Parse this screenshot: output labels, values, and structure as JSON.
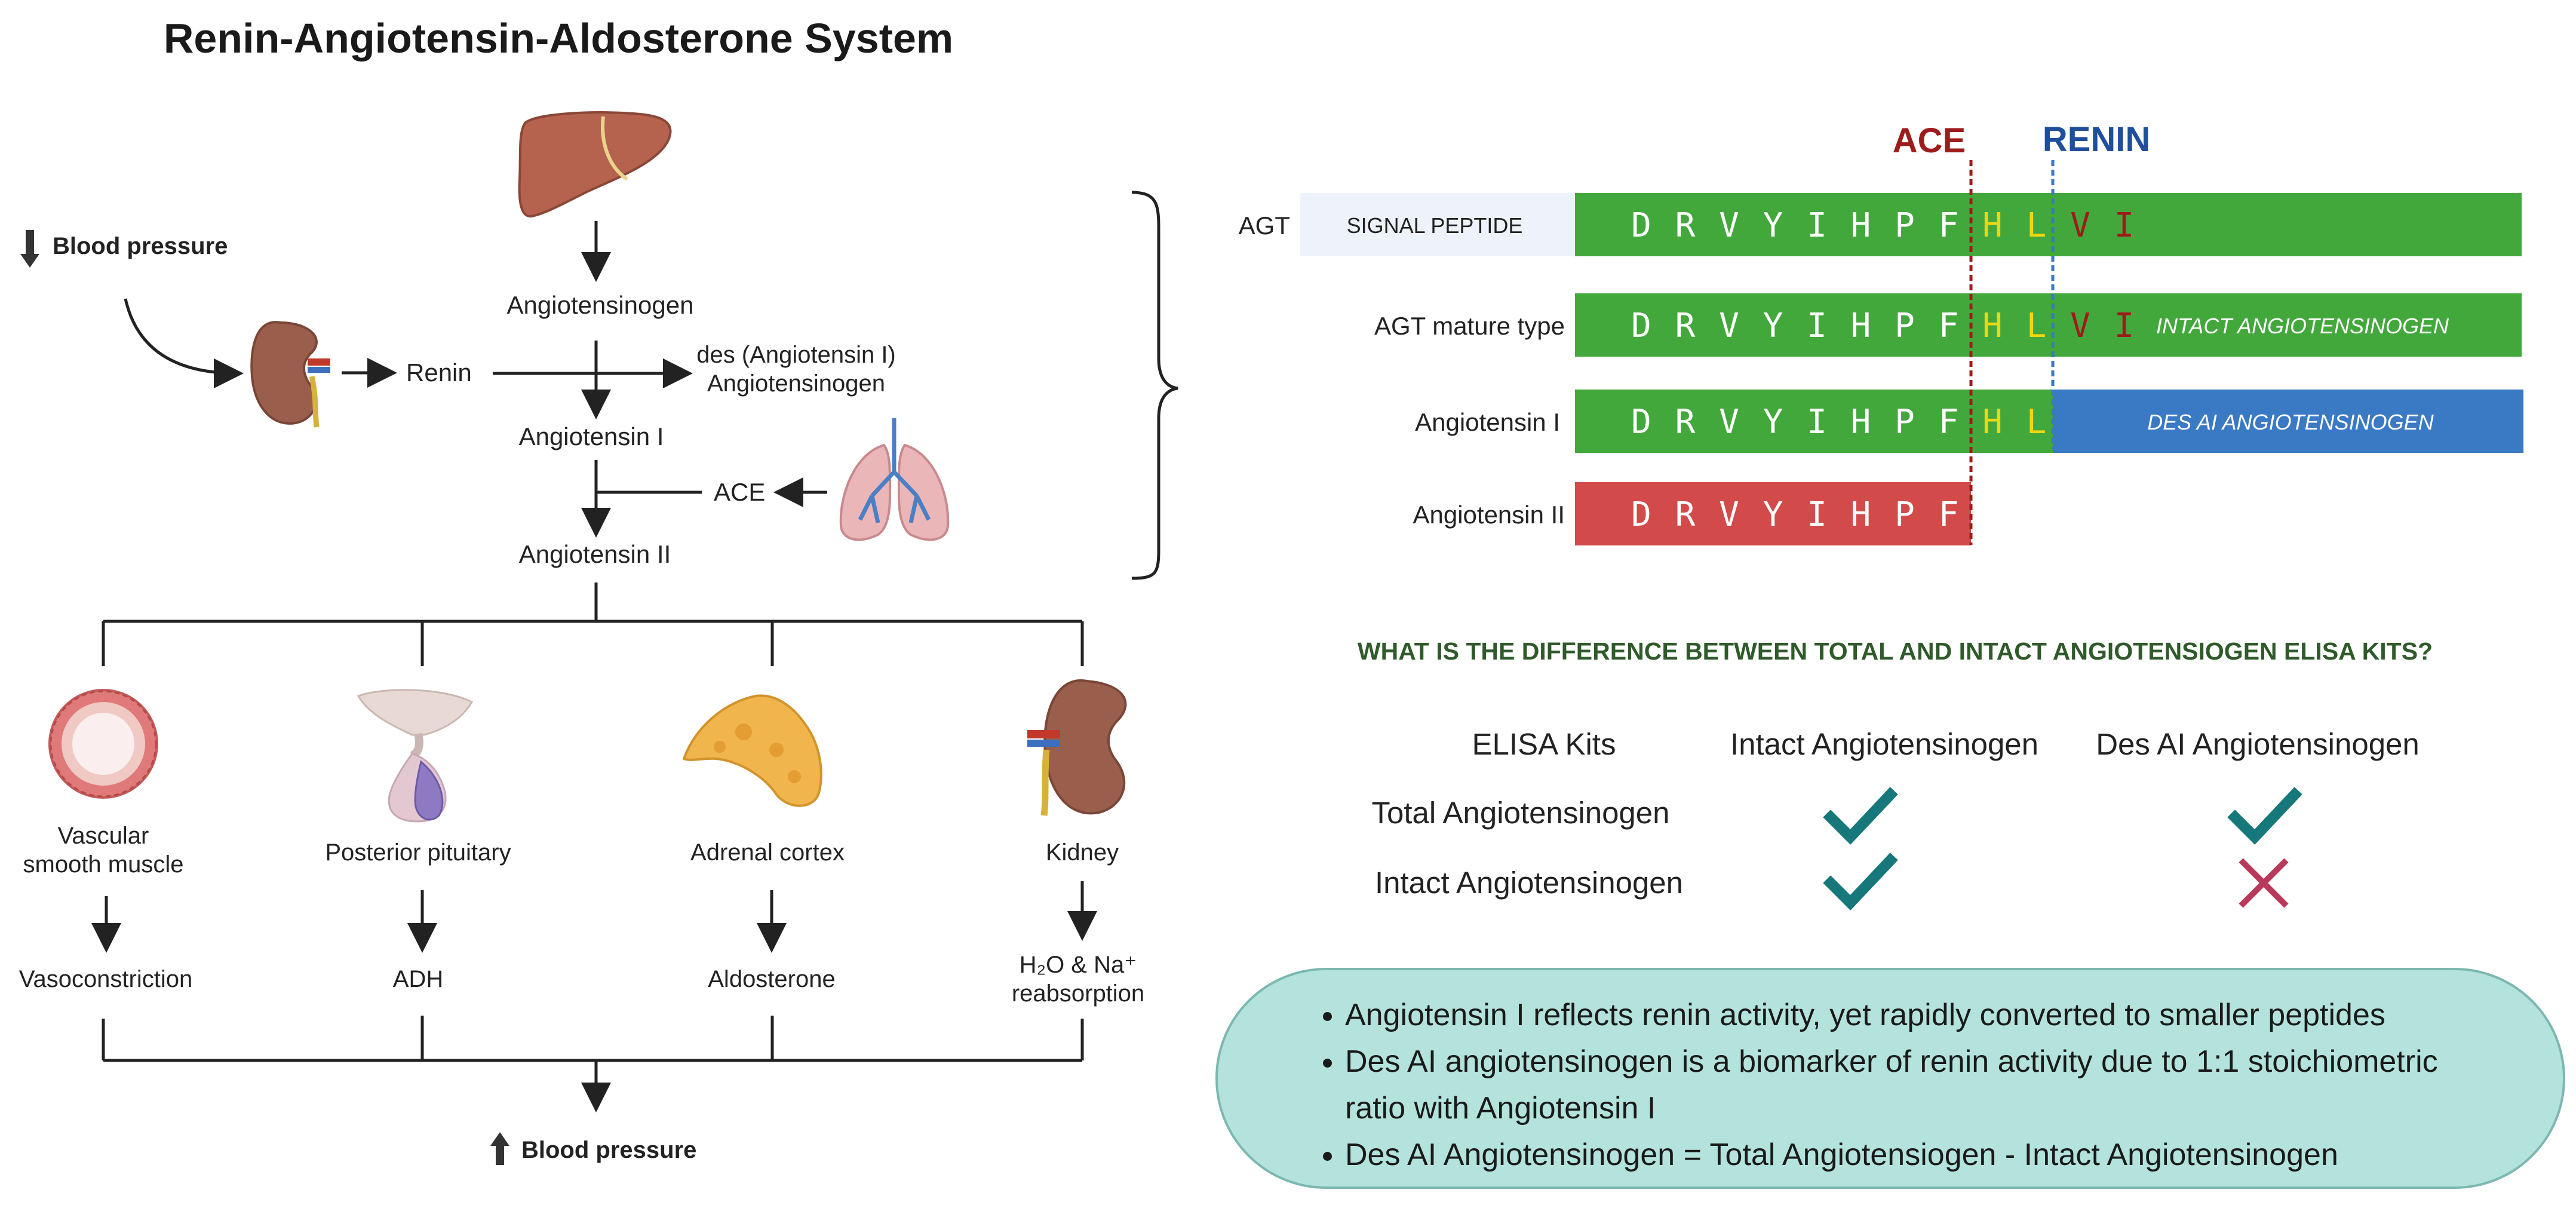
{
  "title": "Renin-Angiotensin-Aldosterone System",
  "pathway": {
    "blood_pressure_down": "Blood pressure",
    "angiotensinogen": "Angiotensinogen",
    "renin": "Renin",
    "des_ai_line1": "des (Angiotensin I)",
    "des_ai_line2": "Angiotensinogen",
    "angiotensin_i": "Angiotensin I",
    "ace": "ACE",
    "angiotensin_ii": "Angiotensin II",
    "targets": [
      {
        "name_lines": [
          "Vascular",
          "smooth muscle"
        ],
        "effect_lines": [
          "Vasoconstriction"
        ]
      },
      {
        "name_lines": [
          "Posterior pituitary"
        ],
        "effect_lines": [
          "ADH"
        ]
      },
      {
        "name_lines": [
          "Adrenal cortex"
        ],
        "effect_lines": [
          "Aldosterone"
        ]
      },
      {
        "name_lines": [
          "Kidney"
        ],
        "effect_lines": [
          "H₂O & Na⁺",
          "reabsorption"
        ]
      }
    ],
    "blood_pressure_up": "Blood pressure"
  },
  "sequence": {
    "ace_label": "ACE",
    "renin_label": "RENIN",
    "signal_peptide": "SIGNAL PEPTIDE",
    "rows": [
      {
        "label": "AGT",
        "residues": [
          "D",
          "R",
          "V",
          "Y",
          "I",
          "H",
          "P",
          "F",
          "H",
          "L",
          "V",
          "I"
        ],
        "tail": ""
      },
      {
        "label": "AGT mature type",
        "residues": [
          "D",
          "R",
          "V",
          "Y",
          "I",
          "H",
          "P",
          "F",
          "H",
          "L",
          "V",
          "I"
        ],
        "tail": "INTACT  ANGIOTENSINOGEN"
      },
      {
        "label": "Angiotensin I",
        "residues": [
          "D",
          "R",
          "V",
          "Y",
          "I",
          "H",
          "P",
          "F",
          "H",
          "L"
        ],
        "tail": "DES AI ANGIOTENSINOGEN"
      },
      {
        "label": "Angiotensin II",
        "residues": [
          "D",
          "R",
          "V",
          "Y",
          "I",
          "H",
          "P",
          "F"
        ],
        "tail": ""
      }
    ]
  },
  "kits": {
    "question": "WHAT IS THE DIFFERENCE BETWEEN TOTAL AND INTACT ANGIOTENSIOGEN ELISA KITS?",
    "header": [
      "ELISA Kits",
      "Intact Angiotensinogen",
      "Des AI Angiotensinogen"
    ],
    "rows": [
      {
        "name": "Total Angiotensinogen",
        "intact": true,
        "des_ai": true
      },
      {
        "name": "Intact Angiotensinogen",
        "intact": true,
        "des_ai": false
      }
    ]
  },
  "notes": [
    "Angiotensin I reflects renin activity, yet rapidly converted to smaller peptides",
    "Des AI angiotensinogen is a biomarker of renin activity due to 1:1 stoichiometric ratio with Angiotensin I",
    "Des AI Angiotensinogen = Total Angiotensiogen - Intact Angiotensinogen"
  ],
  "colors": {
    "green": "#43a83c",
    "blue": "#3a79c3",
    "red": "#d24a4a",
    "ace": "#9e1b1b",
    "renin": "#1f4f9c",
    "question": "#2f5a2a",
    "check": "#16787a",
    "cross": "#b83a5a",
    "residue_yellow": "#f1d60e",
    "residue_red": "#9e1b1b"
  },
  "icons": [
    "liver-icon",
    "kidney-icon",
    "lungs-icon",
    "blood-vessel-icon",
    "pituitary-icon",
    "adrenal-icon",
    "down-arrow-icon",
    "up-arrow-icon",
    "brace-icon",
    "check-icon",
    "cross-icon"
  ]
}
